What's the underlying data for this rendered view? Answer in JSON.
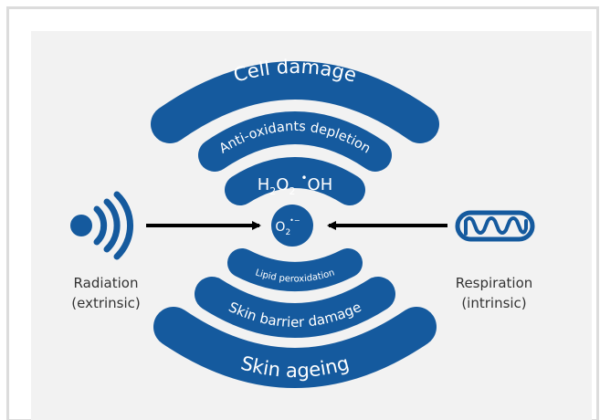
{
  "colors": {
    "brand_blue": "#155a9e",
    "panel_bg": "#f2f2f2",
    "frame_border": "#dcdcdc",
    "arrow": "#000000",
    "text_dark": "#333333",
    "text_on_blue": "#ffffff"
  },
  "center": {
    "label": "O",
    "subscript": "2",
    "superscript": "•−"
  },
  "arcs_top": {
    "outer": "Cell damage",
    "middle": "Anti-oxidants depletion",
    "inner_h2o2_base1": "H",
    "inner_h2o2_sub1": "2",
    "inner_h2o2_base2": "O",
    "inner_h2o2_sub2": "2",
    "inner_radical_dot": "•",
    "inner_radical": "OH"
  },
  "arcs_bottom": {
    "inner": "Lipid peroxidation",
    "middle": "Skin barrier damage",
    "outer": "Skin ageing"
  },
  "left_source": {
    "icon": "radiation-waves-icon",
    "line1": "Radiation",
    "line2": "(extrinsic)"
  },
  "right_source": {
    "icon": "mitochondrion-icon",
    "line1": "Respiration",
    "line2": "(intrinsic)"
  }
}
